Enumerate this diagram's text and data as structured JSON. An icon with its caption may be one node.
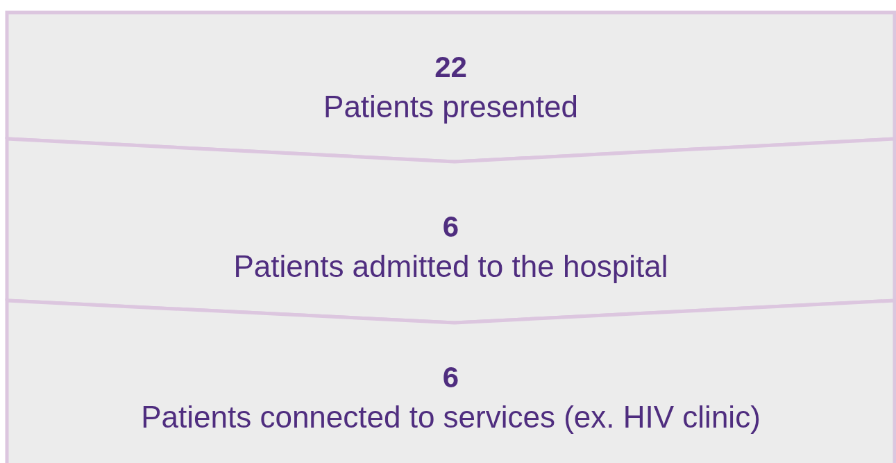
{
  "diagram": {
    "nodes": [
      {
        "text": [
          "22",
          "Patients presented"
        ]
      },
      {
        "text": [
          "6",
          "Patients admitted to the hospital"
        ]
      },
      {
        "text": [
          "6",
          "Patients connected to services (ex. HIV clinic)"
        ]
      }
    ]
  }
}
